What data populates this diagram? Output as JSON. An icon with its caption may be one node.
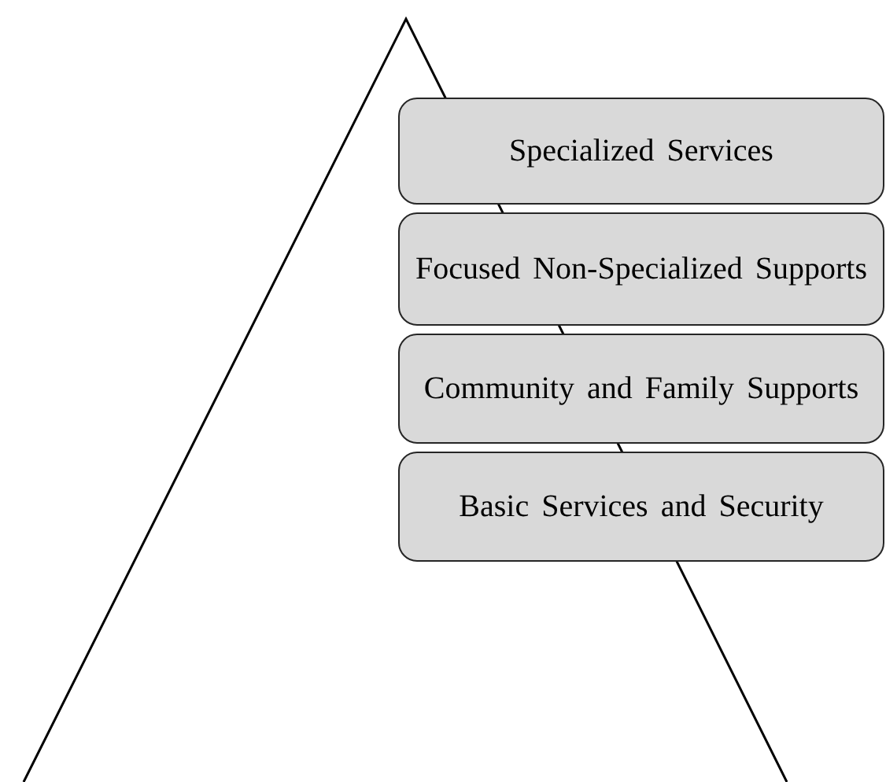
{
  "diagram": {
    "nodes": [
      {
        "text": [
          "Specialized Services"
        ]
      },
      {
        "text": [
          "Focused Non-Specialized Supports"
        ]
      },
      {
        "text": [
          "Community and Family Supports"
        ]
      },
      {
        "text": [
          "Basic Services and Security"
        ]
      }
    ]
  }
}
